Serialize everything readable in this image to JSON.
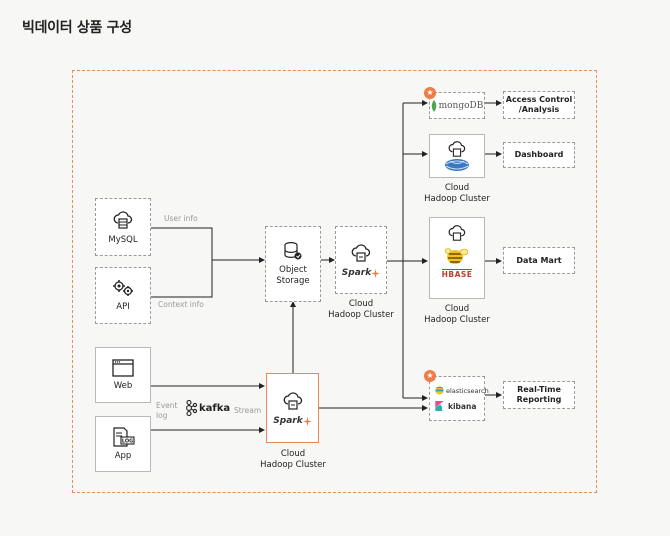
{
  "title": "빅데이터 상품 구성",
  "sources": {
    "mysql": "MySQL",
    "api": "API",
    "web": "Web",
    "app": "App"
  },
  "edges": {
    "user_info": "User info",
    "context_info": "Context info",
    "event_log_1": "Event",
    "event_log_2": "log",
    "stream": "Stream"
  },
  "object_storage": {
    "line1": "Object",
    "line2": "Storage"
  },
  "cloud_hadoop": {
    "line1": "Cloud",
    "line2": "Hadoop Cluster"
  },
  "logos": {
    "spark": "Spark",
    "kafka": "kafka",
    "mongodb": "mongoDB",
    "hbase": "HBASE",
    "elasticsearch": "elasticsearch",
    "kibana": "kibana",
    "log": "LOG"
  },
  "outputs": {
    "access_line1": "Access Control",
    "access_line2": "/Analysis",
    "dashboard": "Dashboard",
    "data_mart": "Data Mart",
    "realtime_line1": "Real-Time",
    "realtime_line2": "Reporting"
  },
  "colors": {
    "accent": "#ef7b45",
    "line": "#222222",
    "label": "#9a9a9a"
  }
}
